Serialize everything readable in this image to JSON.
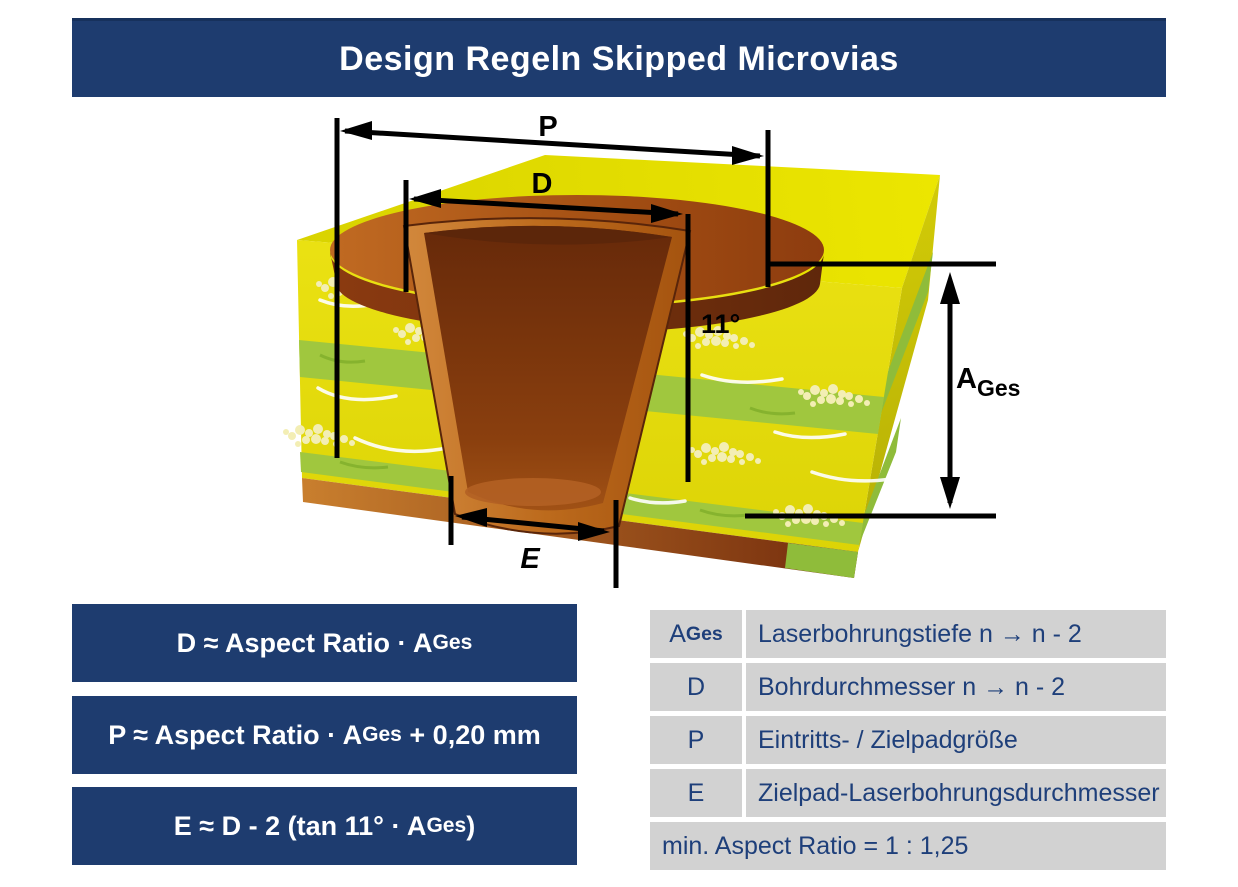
{
  "header": {
    "title": "Design Regeln Skipped Microvias"
  },
  "diagram": {
    "labels": {
      "pad": "P",
      "drill": "D",
      "angle": "11°",
      "depth_main": "A",
      "depth_sub": "Ges",
      "exit": "E"
    }
  },
  "formulas": [
    {
      "before": "D ≈ Aspect Ratio · A",
      "sub": "Ges",
      "after": ""
    },
    {
      "before": "P ≈ Aspect Ratio · A",
      "sub": "Ges",
      "after": " + 0,20 mm"
    },
    {
      "before": "E ≈ D - 2 (tan 11° · A",
      "sub": "Ges",
      "after": ")"
    }
  ],
  "legend": {
    "rows": [
      {
        "symbol": "A",
        "symbol_sub": "Ges",
        "description": "Laserbohrungstiefe n → n - 2"
      },
      {
        "symbol": "D",
        "symbol_sub": "",
        "description": "Bohrdurchmesser n → n - 2"
      },
      {
        "symbol": "P",
        "symbol_sub": "",
        "description": "Eintritts- / Zielpadgröße"
      },
      {
        "symbol": "E",
        "symbol_sub": "",
        "description": "Zielpad-Laserbohrungsdurchmesser"
      }
    ],
    "footer": "min. Aspect Ratio = 1 : 1,25"
  },
  "colors": {
    "navy": "#1e3c6f",
    "cell_gray": "#d2d2d2",
    "text_navy": "#1e3f7a",
    "board_yellow": "#e3da0c",
    "layer_green": "#9cc43c",
    "copper": "#b05c16",
    "copper_dark": "#6e300d",
    "dimension_black": "#000000"
  }
}
